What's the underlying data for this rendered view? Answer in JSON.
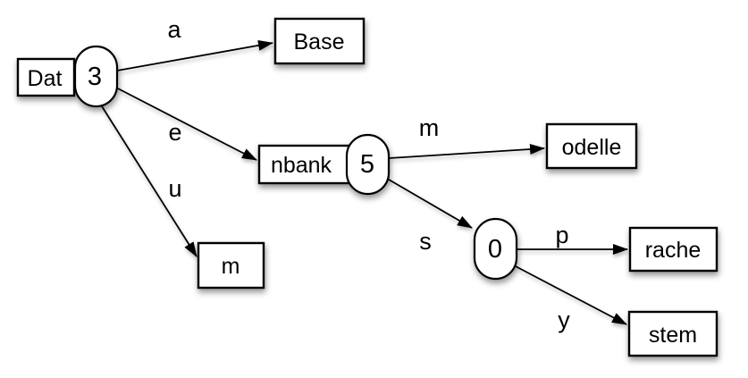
{
  "diagram": {
    "nodes": {
      "dat": {
        "prefix": "Dat",
        "count": "3"
      },
      "base": {
        "label": "Base"
      },
      "nbank": {
        "prefix": "nbank",
        "count": "5"
      },
      "m": {
        "label": "m"
      },
      "odelle": {
        "label": "odelle"
      },
      "zero": {
        "count": "0"
      },
      "rache": {
        "label": "rache"
      },
      "stem": {
        "label": "stem"
      }
    },
    "edge_labels": {
      "a": "a",
      "e": "e",
      "u": "u",
      "m": "m",
      "s": "s",
      "p": "p",
      "y": "y"
    },
    "colors": {
      "stroke": "#000000",
      "fill": "#ffffff",
      "background": "#ffffff"
    }
  }
}
